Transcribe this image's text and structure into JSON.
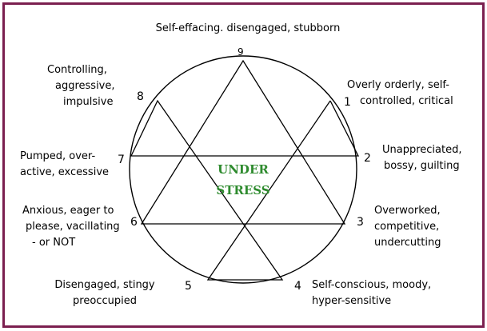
{
  "center_text": [
    "UNDER",
    "STRESS"
  ],
  "colors": {
    "frame": "#7b1f4f",
    "center_text": "#2e8b2e",
    "lines": "#000000"
  },
  "points": [
    {
      "number": "9",
      "label": [
        "Self-effacing. disengaged, stubborn"
      ]
    },
    {
      "number": "1",
      "label": [
        "Overly orderly, self-",
        "controlled, critical"
      ]
    },
    {
      "number": "2",
      "label": [
        "Unappreciated,",
        "bossy, guilting"
      ]
    },
    {
      "number": "3",
      "label": [
        "Overworked,",
        "competitive,",
        "undercutting"
      ]
    },
    {
      "number": "4",
      "label": [
        "Self-conscious, moody,",
        "hyper-sensitive"
      ]
    },
    {
      "number": "5",
      "label": [
        "Disengaged, stingy",
        "preoccupied"
      ]
    },
    {
      "number": "6",
      "label": [
        "Anxious, eager to",
        "please, vacillating",
        "- or NOT"
      ]
    },
    {
      "number": "7",
      "label": [
        "Pumped, over-",
        "active, excessive"
      ]
    },
    {
      "number": "8",
      "label": [
        "Controlling,",
        "aggressive,",
        "impulsive"
      ]
    }
  ]
}
